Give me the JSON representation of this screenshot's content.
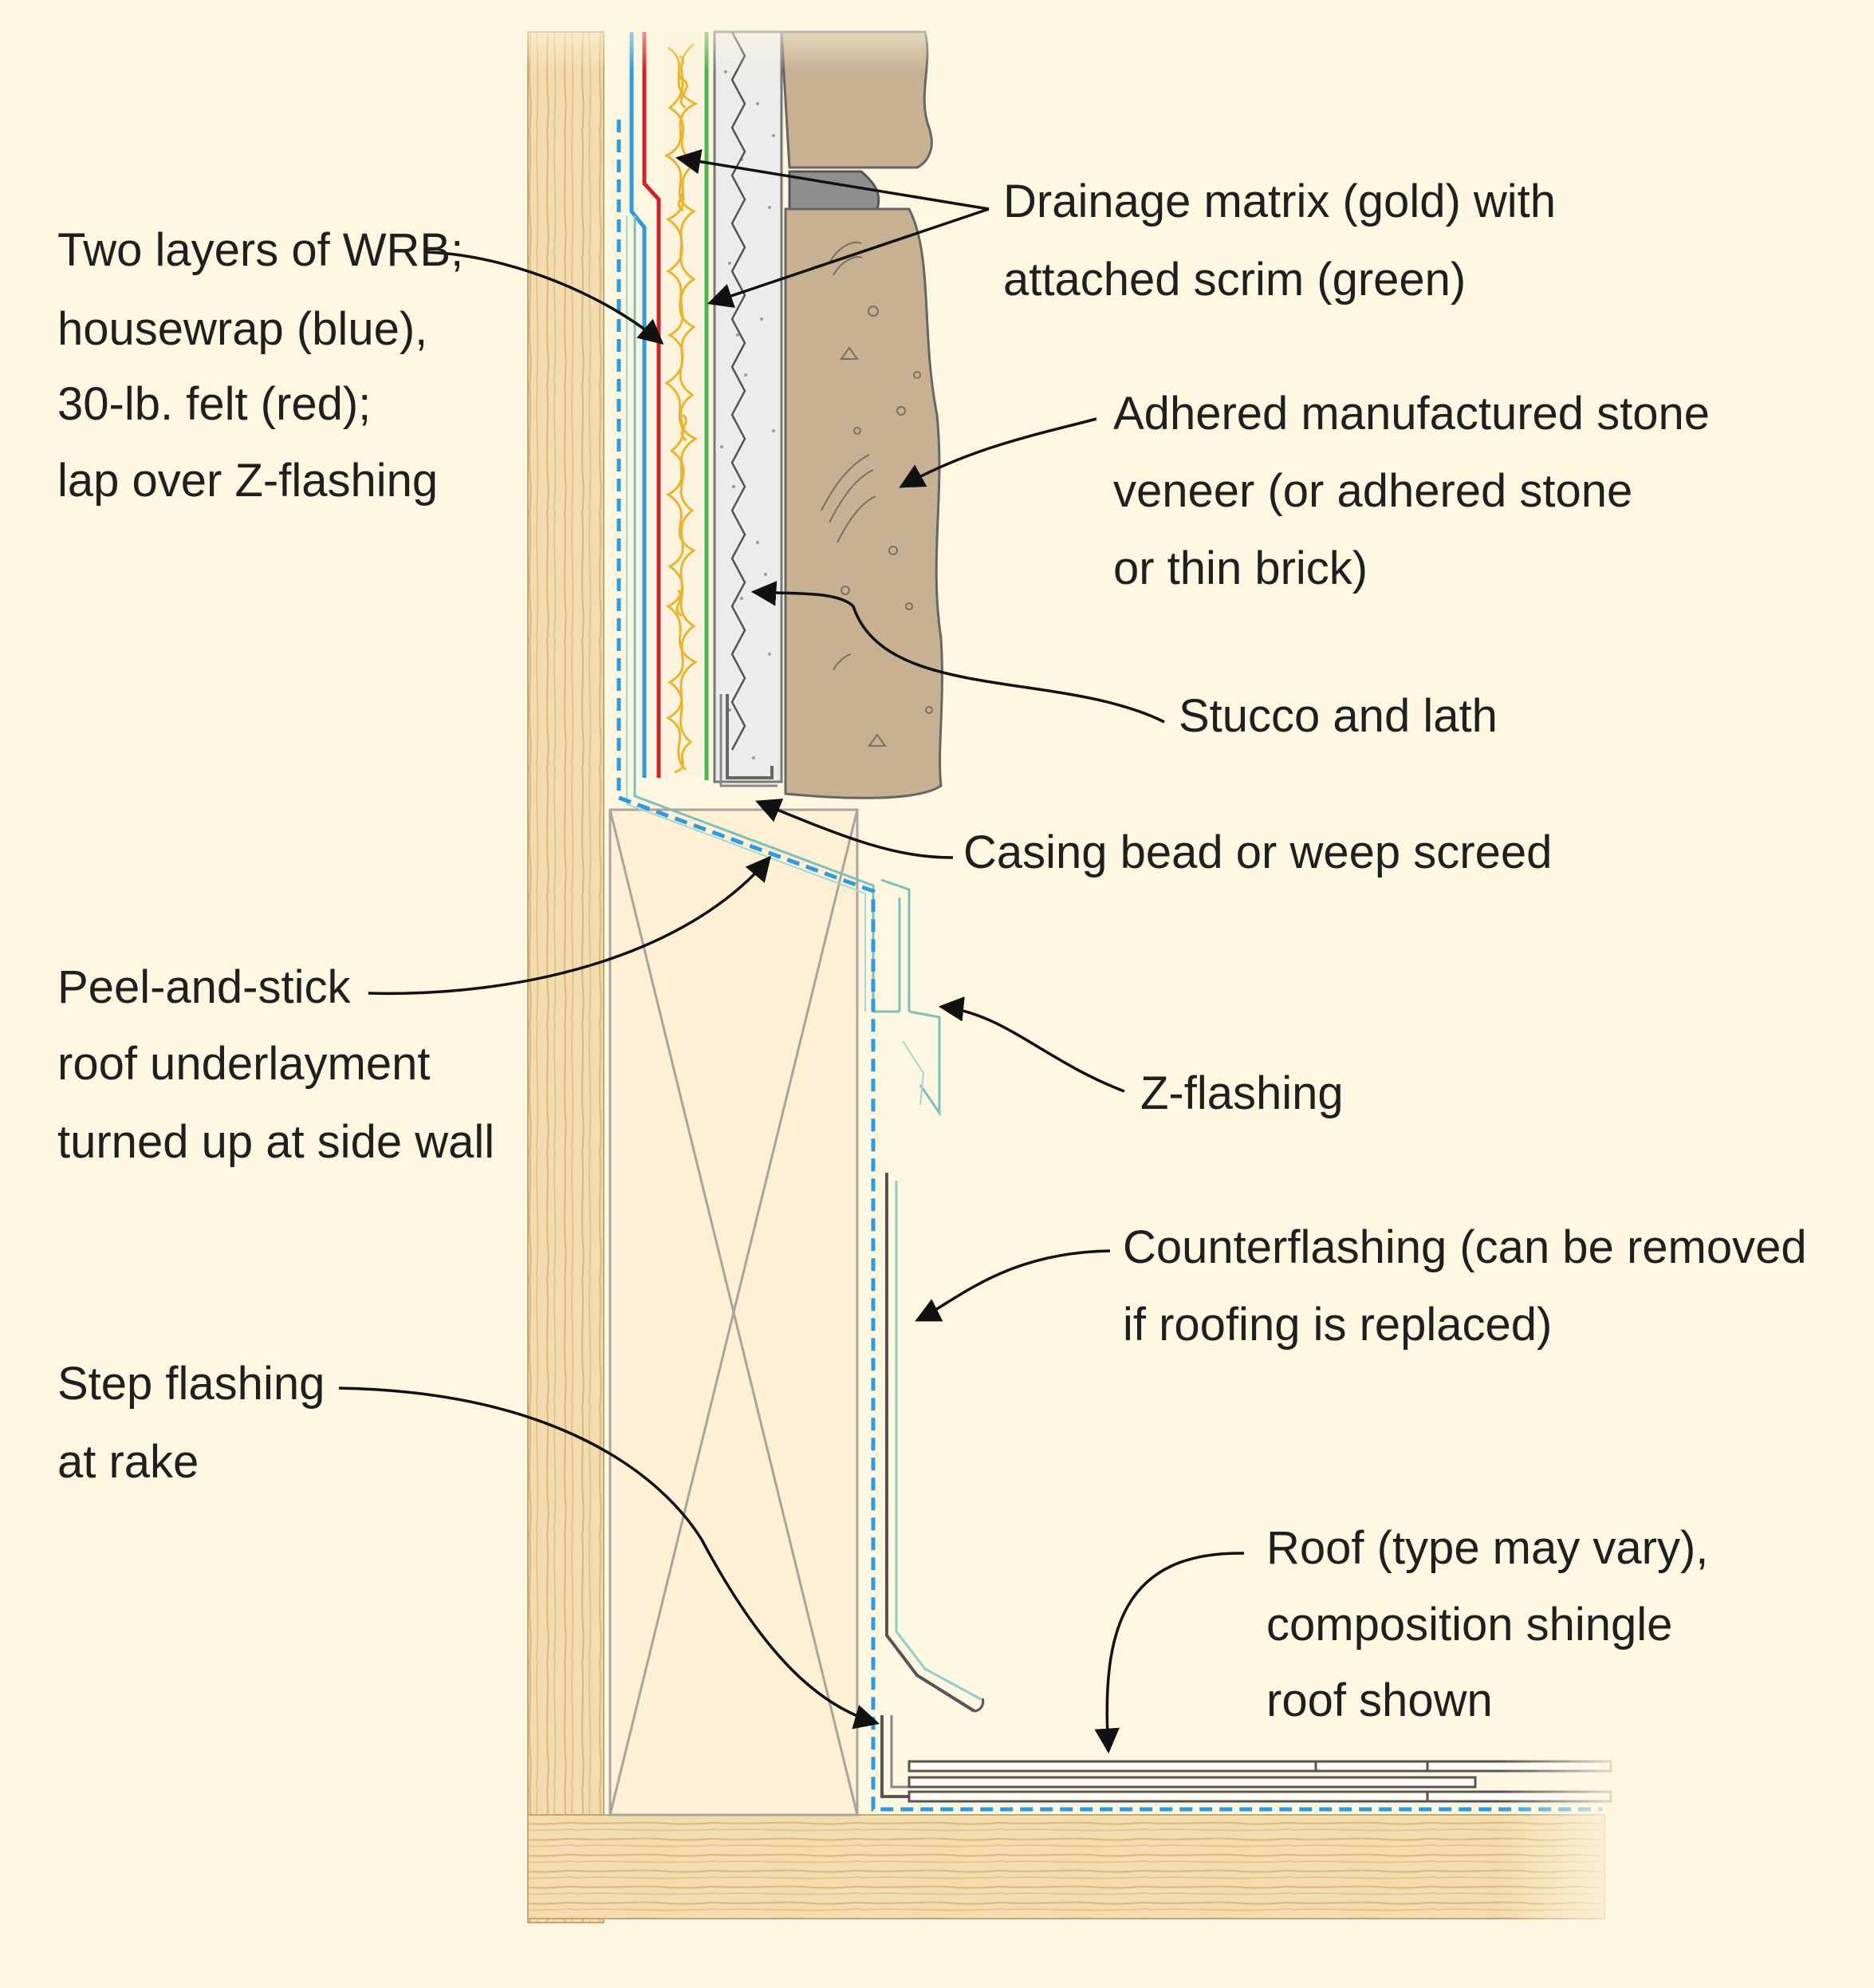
{
  "colors": {
    "background": "#fdf6e1",
    "wood": "#f3dcae",
    "wood_grain": "#d9b57c",
    "housewrap": "#2e9be0",
    "felt": "#d0212a",
    "drainage_matrix": "#e9b530",
    "scrim": "#4fb34a",
    "stucco": "#ececea",
    "stone": "#c8b193",
    "flashing": "#8ecfc9",
    "roofing": "#555555"
  },
  "labels": {
    "wrb": [
      "Two layers of WRB;",
      "housewrap (blue),",
      "30-lb. felt (red);",
      "lap over Z-flashing"
    ],
    "drainage": [
      "Drainage matrix (gold) with",
      "attached scrim (green)"
    ],
    "stone": [
      "Adhered manufactured stone",
      "veneer (or adhered stone",
      "or thin brick)"
    ],
    "stucco": [
      "Stucco and lath"
    ],
    "casing": [
      "Casing bead or weep screed"
    ],
    "peel": [
      "Peel-and-stick",
      "roof underlayment",
      "turned up at side wall"
    ],
    "zflash": [
      "Z-flashing"
    ],
    "counter": [
      "Counterflashing (can be removed",
      "if roofing is replaced)"
    ],
    "step": [
      "Step flashing",
      "at rake"
    ],
    "roof": [
      "Roof (type may vary),",
      "composition shingle",
      "roof shown"
    ]
  }
}
